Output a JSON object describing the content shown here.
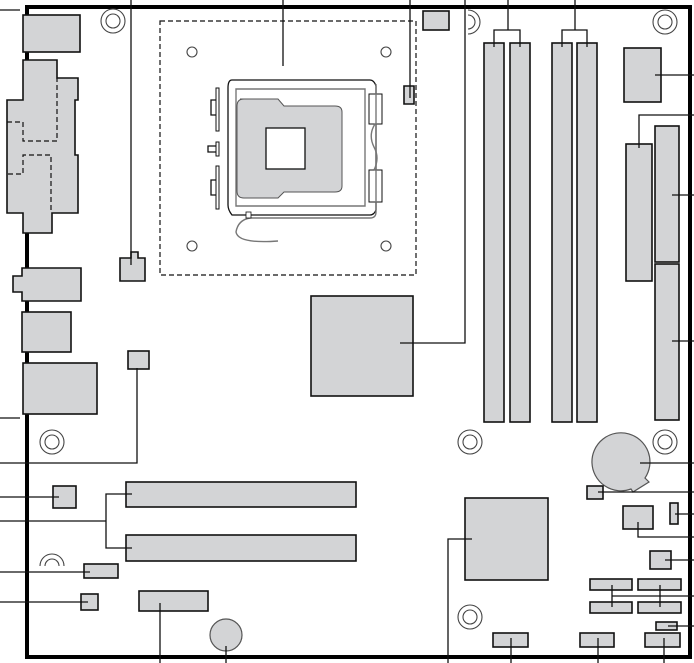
{
  "diagram": {
    "title": "",
    "type": "motherboard-component-layout",
    "colors": {
      "component_fill": "#d3d4d6",
      "outline": "#111111",
      "background": "#ffffff"
    },
    "components": [
      {
        "id": "rear-io-ps2",
        "label": ""
      },
      {
        "id": "rear-io-serial-parallel",
        "label": ""
      },
      {
        "id": "rear-io-audio",
        "label": ""
      },
      {
        "id": "rear-io-usb-lan",
        "label": ""
      },
      {
        "id": "rear-io-usb-stack",
        "label": ""
      },
      {
        "id": "cpu-socket",
        "label": ""
      },
      {
        "id": "cpu-fan-header",
        "label": ""
      },
      {
        "id": "atx12v-connector",
        "label": ""
      },
      {
        "id": "rear-fan-header",
        "label": ""
      },
      {
        "id": "top-header",
        "label": ""
      },
      {
        "id": "mch-chip",
        "label": ""
      },
      {
        "id": "dimm-channel-a",
        "label": "",
        "slots": 2
      },
      {
        "id": "dimm-channel-b",
        "label": "",
        "slots": 2
      },
      {
        "id": "super-io",
        "label": ""
      },
      {
        "id": "floppy-connector",
        "label": ""
      },
      {
        "id": "ide-connector-1",
        "label": ""
      },
      {
        "id": "ide-connector-2",
        "label": ""
      },
      {
        "id": "battery",
        "label": ""
      },
      {
        "id": "ich-chip",
        "label": ""
      },
      {
        "id": "pci-slots",
        "label": "",
        "slots": 2
      },
      {
        "id": "sata-connectors",
        "label": "",
        "count": 4
      },
      {
        "id": "front-panel-header",
        "label": ""
      },
      {
        "id": "usb-header-1",
        "label": ""
      },
      {
        "id": "usb-header-2",
        "label": ""
      },
      {
        "id": "speaker",
        "label": ""
      }
    ]
  }
}
